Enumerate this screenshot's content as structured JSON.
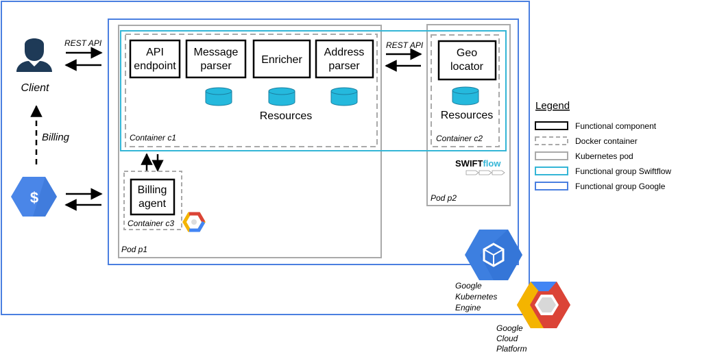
{
  "client": {
    "label": "Client"
  },
  "billing_link": {
    "label": "Billing"
  },
  "rest_api_left": {
    "label": "REST API"
  },
  "rest_api_right": {
    "label": "REST API"
  },
  "components": {
    "api_endpoint": {
      "line1": "API",
      "line2": "endpoint"
    },
    "message_parser": {
      "line1": "Message",
      "line2": "parser"
    },
    "enricher": {
      "label": "Enricher"
    },
    "address_parser": {
      "line1": "Address",
      "line2": "parser"
    },
    "geo_locator": {
      "line1": "Geo",
      "line2": "locator"
    },
    "billing_agent": {
      "line1": "Billing",
      "line2": "agent"
    }
  },
  "resources_c1": "Resources",
  "resources_c2": "Resources",
  "containers": {
    "c1": "Container c1",
    "c2": "Container c2",
    "c3": "Container c3"
  },
  "pods": {
    "p1": "Pod p1",
    "p2": "Pod p2"
  },
  "swiftflow_logo": {
    "part1": "SWIFT",
    "part2": "flow"
  },
  "gke": {
    "line1": "Google",
    "line2": "Kubernetes",
    "line3": "Engine"
  },
  "gcp": {
    "line1": "Google",
    "line2": "Cloud",
    "line3": "Platform"
  },
  "legend": {
    "title": "Legend",
    "items": [
      {
        "label": "Functional component"
      },
      {
        "label": "Docker container"
      },
      {
        "label": "Kubernetes pod"
      },
      {
        "label": "Functional group Swiftflow"
      },
      {
        "label": "Functional group Google"
      }
    ]
  },
  "colors": {
    "google_blue": "#4a7fe0",
    "swiftflow_cyan": "#33b5d6",
    "pod_gray": "#a9a9a9",
    "db_fill": "#25b9dd",
    "db_stroke": "#1b7fa0",
    "billing_icon": "#4a86e8",
    "gke_blue": "#3d7fe0",
    "gcp_yellow": "#f4b400",
    "gcp_red": "#db4437",
    "gcp_blue": "#4285f4"
  }
}
